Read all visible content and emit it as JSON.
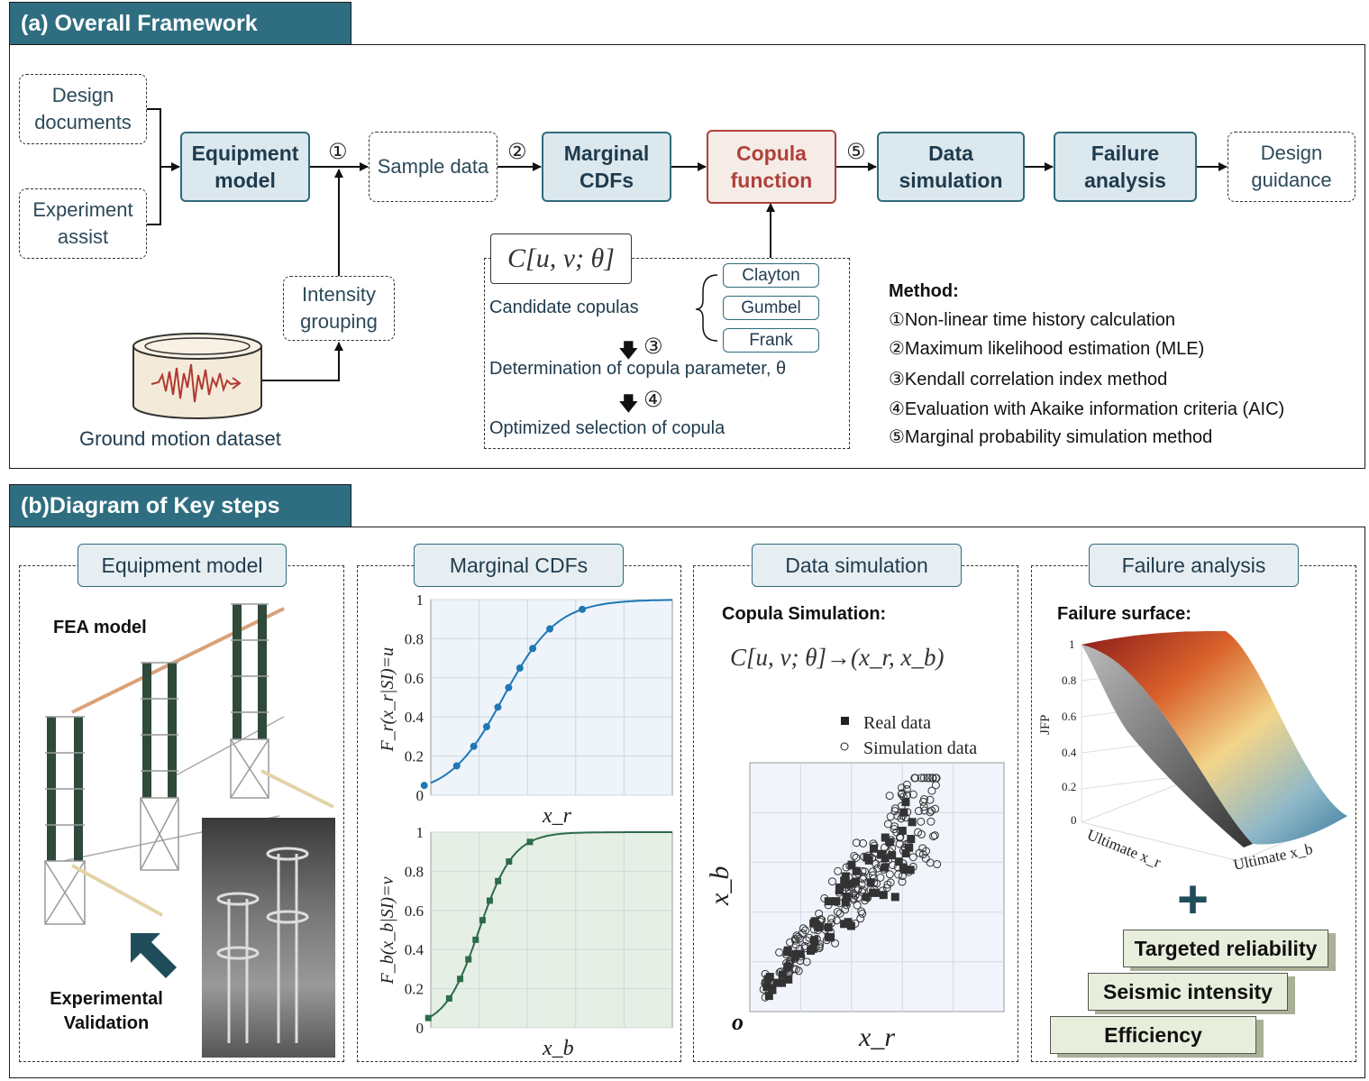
{
  "section_a": {
    "title": "(a) Overall  Framework",
    "design_documents": "Design documents",
    "experiment_assist": "Experiment assist",
    "equipment_model": "Equipment model",
    "step1": "①",
    "sample_data": "Sample data",
    "step2": "②",
    "marginal_cdfs": "Marginal CDFs",
    "copula_function": "Copula function",
    "step5": "⑤",
    "data_simulation": "Data simulation",
    "failure_analysis": "Failure analysis",
    "design_guidance": "Design guidance",
    "intensity_grouping": "Intensity grouping",
    "ground_motion": "Ground motion dataset",
    "copula_formula": "C[u, v; θ]",
    "candidate_copulas": "Candidate copulas",
    "clayton": "Clayton",
    "gumbel": "Gumbel",
    "frank": "Frank",
    "step3": "③",
    "determination": "Determination of copula parameter, θ",
    "step4": "④",
    "optimized": "Optimized selection of copula",
    "method_title": "Method:",
    "methods": [
      "①Non-linear time history calculation",
      "②Maximum likelihood estimation (MLE)",
      "③Kendall correlation index method",
      "④Evaluation with Akaike information criteria (AIC)",
      "⑤Marginal probability simulation method"
    ]
  },
  "section_b": {
    "title": "(b)Diagram of Key steps",
    "panel1_title": "Equipment model",
    "fea_label": "FEA model",
    "exp_label": "Experimental Validation",
    "panel2_title": "Marginal CDFs",
    "panel3_title": "Data simulation",
    "copula_sim": "Copula Simulation:",
    "sim_formula": "C[u, v; θ]→(x_r, x_b)",
    "legend_real": "Real data",
    "legend_sim": "Simulation data",
    "panel4_title": "Failure analysis",
    "failure_surface": "Failure surface:",
    "plus": "+",
    "targeted": "Targeted reliability",
    "seismic": "Seismic intensity",
    "efficiency": "Efficiency"
  },
  "chart_data": [
    {
      "type": "line",
      "name": "cdf_r",
      "xlabel": "x_r",
      "ylabel": "F_r(x_r|SI)=u",
      "ylim": [
        0,
        1
      ],
      "yticks": [
        "0",
        "0.2",
        "0.4",
        "0.6",
        "0.8",
        "1"
      ],
      "points_y": [
        0.05,
        0.15,
        0.25,
        0.35,
        0.45,
        0.55,
        0.65,
        0.75,
        0.85,
        0.95
      ],
      "curve_color": "#1f77b4",
      "marker": "circle"
    },
    {
      "type": "line",
      "name": "cdf_b",
      "xlabel": "x_b",
      "ylabel": "F_b(x_b|SI)=v",
      "ylim": [
        0,
        1
      ],
      "yticks": [
        "0",
        "0.2",
        "0.4",
        "0.6",
        "0.8",
        "1"
      ],
      "points_y": [
        0.05,
        0.15,
        0.25,
        0.35,
        0.45,
        0.55,
        0.65,
        0.75,
        0.85,
        0.95
      ],
      "curve_color": "#2e6b4a",
      "marker": "square"
    },
    {
      "type": "scatter",
      "name": "copula_sim",
      "xlabel": "x_r",
      "ylabel": "x_b",
      "origin_label": "o",
      "series": [
        {
          "name": "Real data",
          "marker": "filled-square"
        },
        {
          "name": "Simulation data",
          "marker": "open-circle"
        }
      ]
    },
    {
      "type": "surface",
      "name": "failure_surface",
      "zlabel": "JFP",
      "xlabel": "Ultimate x_r",
      "ylabel": "Ultimate x_b",
      "zticks": [
        "0",
        "0.2",
        "0.4",
        "0.6",
        "0.8",
        "1"
      ]
    }
  ]
}
